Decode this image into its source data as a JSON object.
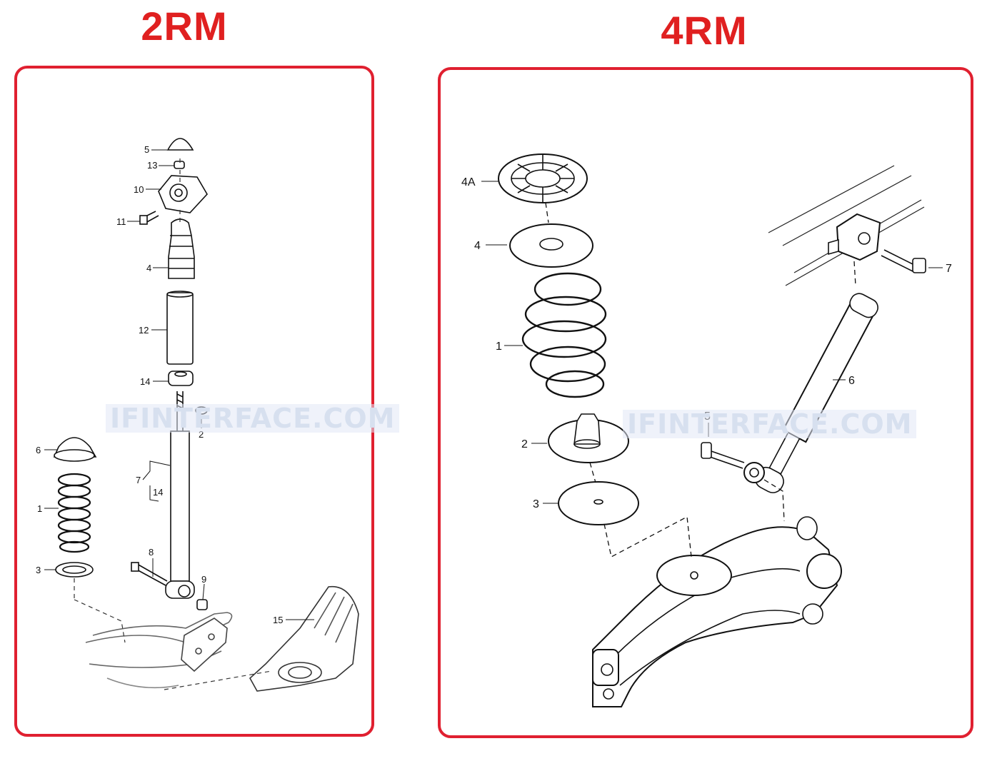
{
  "titles": {
    "left": "2RM",
    "right": "4RM"
  },
  "watermark": "IFINTERFACE.COM",
  "colors": {
    "accent": "#e02030",
    "line": "#111111"
  },
  "left_callouts": [
    "5",
    "13",
    "10",
    "11",
    "4",
    "12",
    "14",
    "2",
    "6",
    "7",
    "14",
    "1",
    "8",
    "9",
    "3",
    "15"
  ],
  "right_callouts": [
    "4A",
    "4",
    "1",
    "2",
    "3",
    "5",
    "6",
    "7"
  ]
}
